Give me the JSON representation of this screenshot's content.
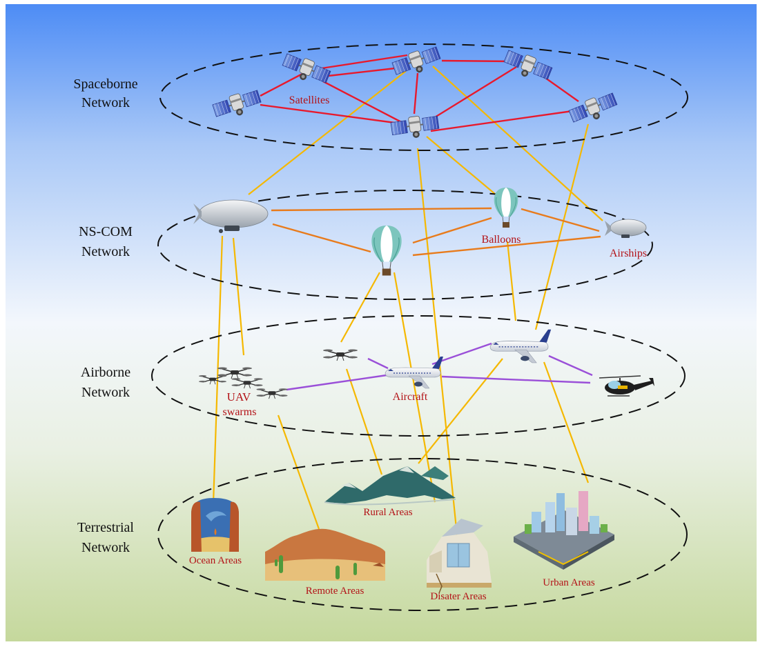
{
  "layers": {
    "spaceborne": {
      "line1": "Spaceborne",
      "line2": "Network"
    },
    "nscom": {
      "line1": "NS-COM",
      "line2": "Network"
    },
    "airborne": {
      "line1": "Airborne",
      "line2": "Network"
    },
    "terrestrial": {
      "line1": "Terrestrial",
      "line2": "Network"
    }
  },
  "labels": {
    "satellites": "Satellites",
    "balloons": "Balloons",
    "airships": "Airships",
    "uav_line1": "UAV",
    "uav_line2": "swarms",
    "aircraft": "Aircraft",
    "rural": "Rural Areas",
    "ocean": "Ocean Areas",
    "remote": "Remote Areas",
    "disaster": "Disater Areas",
    "urban": "Urban Areas"
  },
  "colors": {
    "sky_top": "#4f8ff7",
    "sky_mid": "#f4f8fc",
    "ground": "#c7d9a0",
    "space_links": "#e8192c",
    "nscom_links": "#e87b1c",
    "air_links": "#9a4fd8",
    "cross_links": "#f5b800",
    "label_red": "#b31217",
    "ellipse": "#111111"
  },
  "icons": [
    "satellite-icon",
    "balloon-icon",
    "airship-icon",
    "drone-icon",
    "aircraft-icon",
    "helicopter-icon",
    "mountains-icon",
    "ocean-icon",
    "desert-icon",
    "damaged-building-icon",
    "city-icon"
  ]
}
